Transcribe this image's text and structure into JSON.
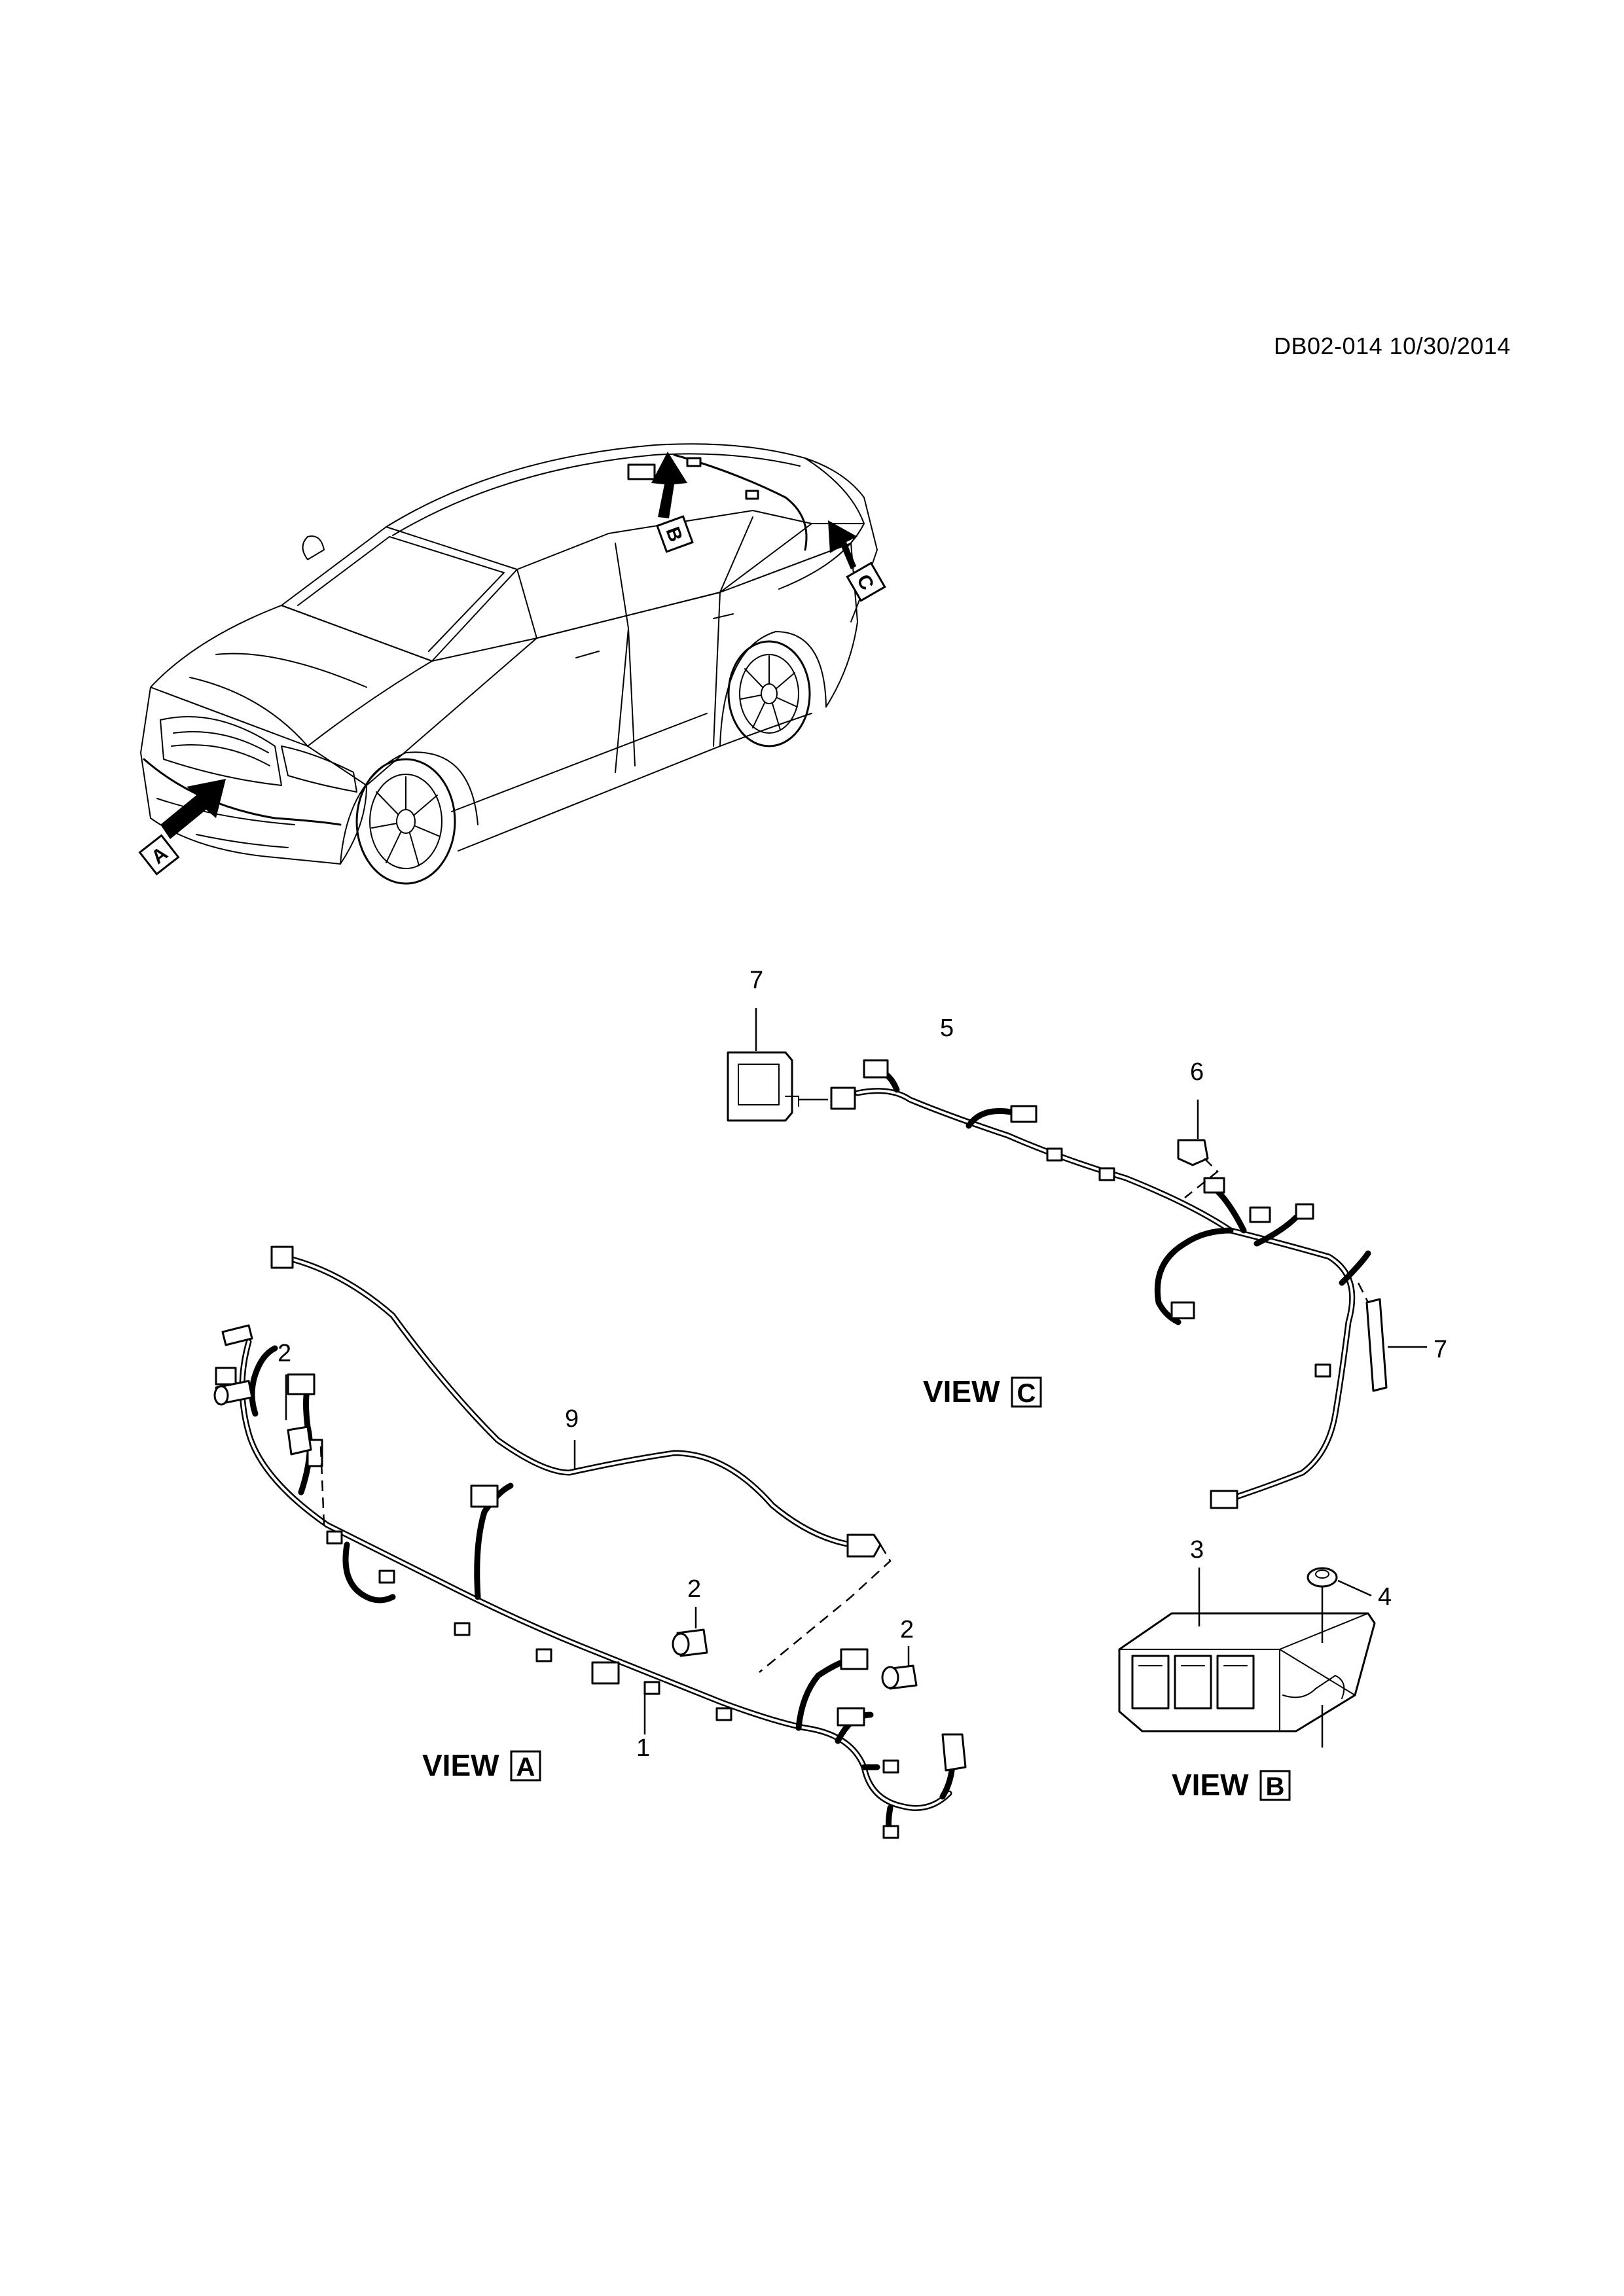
{
  "document_id": "DB02-014 10/30/2014",
  "arrows": [
    {
      "letter": "A"
    },
    {
      "letter": "B"
    },
    {
      "letter": "C"
    }
  ],
  "views": {
    "view_a": {
      "word": "VIEW",
      "letter": "A"
    },
    "view_b": {
      "word": "VIEW",
      "letter": "B"
    },
    "view_c": {
      "word": "VIEW",
      "letter": "C"
    }
  },
  "callouts": {
    "c7_top": "7",
    "c5": "5",
    "c6": "6",
    "c7_right": "7",
    "c2_left": "2",
    "c9": "9",
    "c2_mid": "2",
    "c2_right": "2",
    "c1": "1",
    "c3": "3",
    "c4": "4"
  }
}
